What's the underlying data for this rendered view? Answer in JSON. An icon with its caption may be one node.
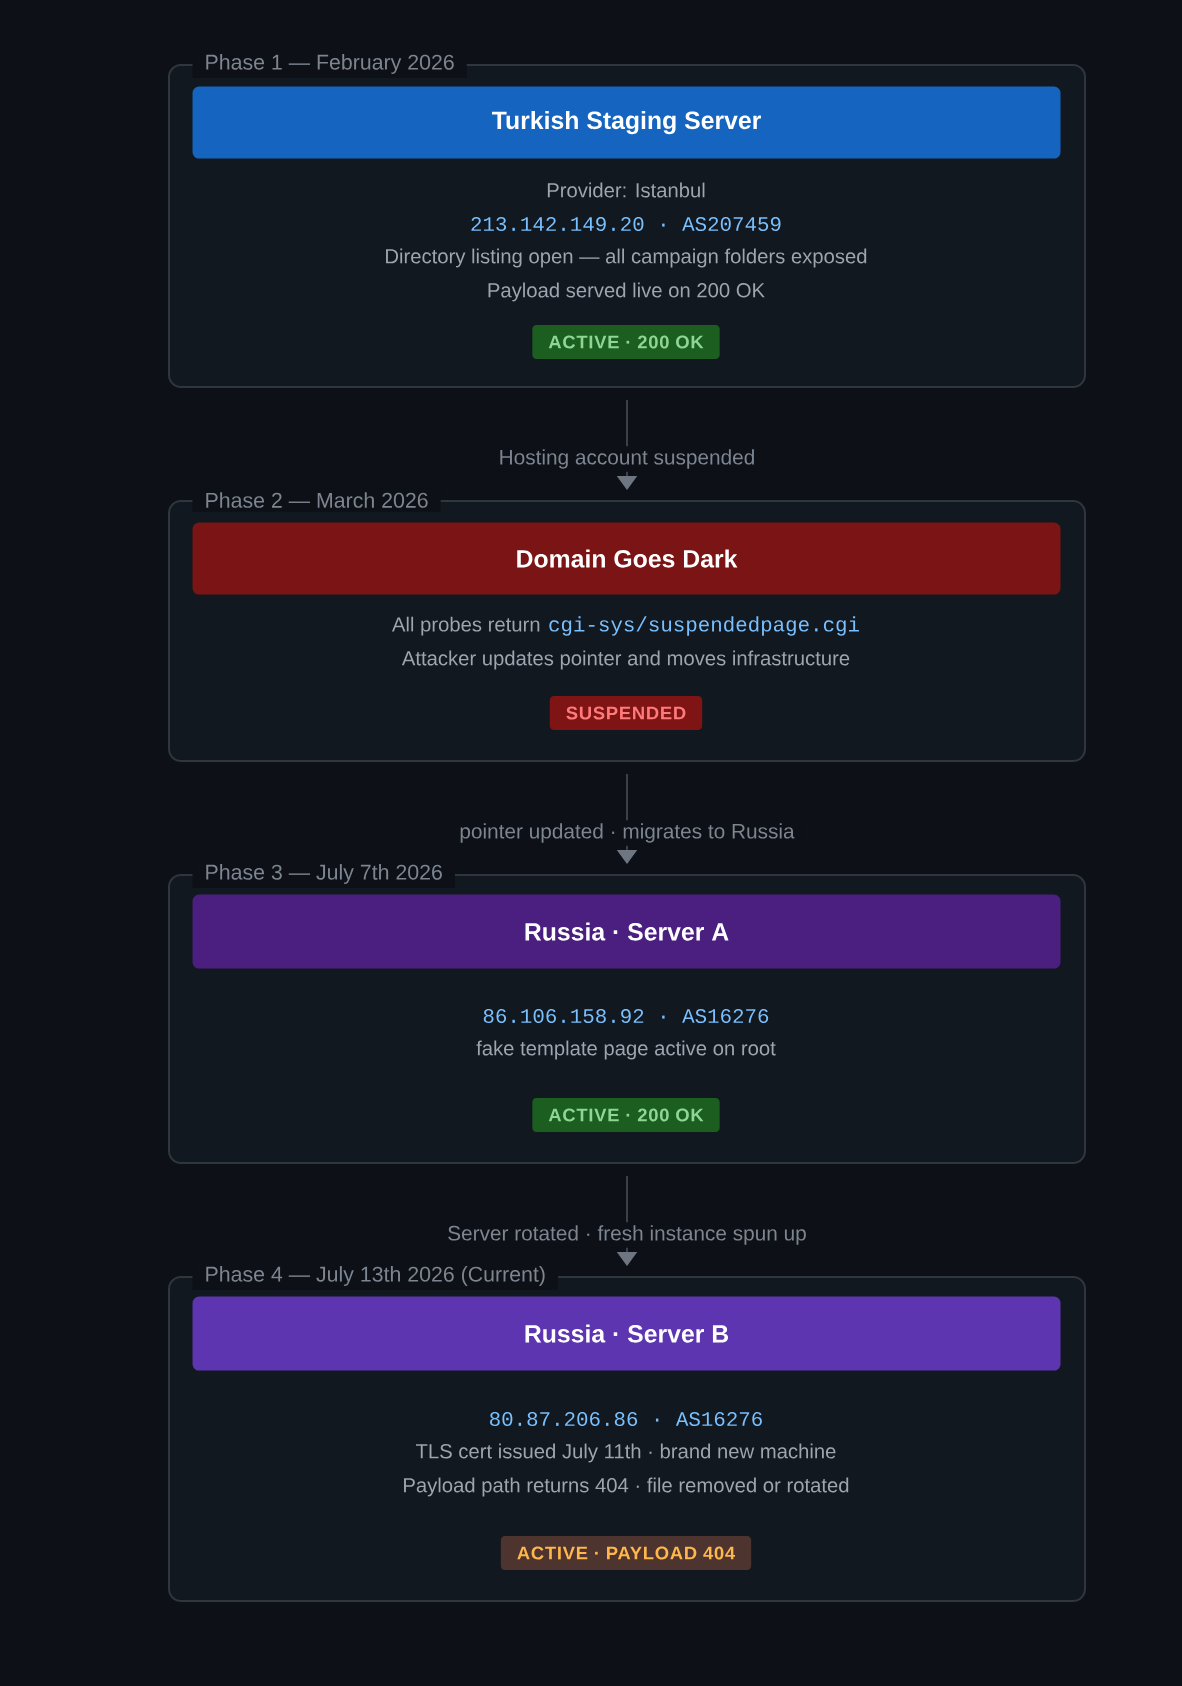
{
  "diagram": {
    "nodes": [
      {
        "text": [
          "Phase 1 — February 2026",
          "Provider: Istanbul",
          "213.142.149.20 · AS207459",
          "Directory listing open — all campaign folders exposed",
          "Payload served live on 200 OK"
        ]
      },
      {
        "text": [
          "Turkish Staging Server"
        ],
        "in": 0
      },
      {
        "text": [
          "ACTIVE · 200 OK"
        ],
        "in": 0
      },
      {
        "text": [
          "Phase 2 — March 2026",
          "All probes return",
          "cgi-sys/suspendedpage.cgi",
          "Attacker updates pointer and moves infrastructure"
        ]
      },
      {
        "text": [
          "Domain Goes Dark"
        ],
        "in": 3
      },
      {
        "text": [
          "SUSPENDED"
        ],
        "in": 3
      },
      {
        "text": [
          "Phase 3 — July 7th 2026",
          "86.106.158.92 · AS16276",
          "fake template page active on root"
        ]
      },
      {
        "text": [
          "Russia · Server A"
        ],
        "in": 6
      },
      {
        "text": [
          "ACTIVE · 200 OK"
        ],
        "in": 6
      },
      {
        "text": [
          "Phase 4 — July 13th 2026 (Current)",
          "80.87.206.86 · AS16276",
          "TLS cert issued July 11th · brand new machine",
          "Payload path returns 404 · file removed or rotated"
        ]
      },
      {
        "text": [
          "Russia · Server B"
        ],
        "in": 9
      },
      {
        "text": [
          "ACTIVE · PAYLOAD 404"
        ],
        "in": 9
      }
    ],
    "edges": [
      {
        "from": 0,
        "to": 3,
        "arrow": "to",
        "label": "Hosting account suspended"
      },
      {
        "from": 3,
        "to": 6,
        "arrow": "to",
        "label": "pointer updated · migrates to Russia"
      },
      {
        "from": 6,
        "to": 9,
        "arrow": "to",
        "label": "Server rotated · fresh instance spun up"
      }
    ]
  }
}
